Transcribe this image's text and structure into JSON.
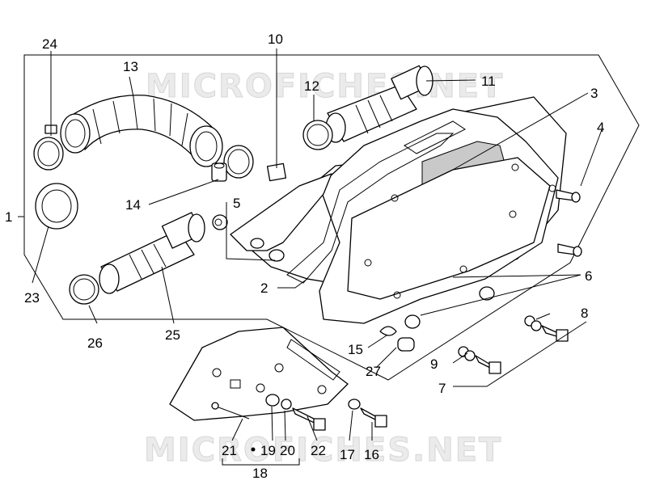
{
  "watermarks": [
    "MICROFICHES.NET",
    "MICROFICHES.NET"
  ],
  "callouts": {
    "n1": "1",
    "n2": "2",
    "n3": "3",
    "n4": "4",
    "n5": "5",
    "n6": "6",
    "n7": "7",
    "n8": "8",
    "n9": "9",
    "n10": "10",
    "n11": "11",
    "n12": "12",
    "n13": "13",
    "n14": "14",
    "n15": "15",
    "n16": "16",
    "n17": "17",
    "n18": "18",
    "n19": "19",
    "n20": "20",
    "n21": "21",
    "n22": "22",
    "n23": "23",
    "n24": "24",
    "n25": "25",
    "n26": "26",
    "n27": "27"
  },
  "colors": {
    "line": "#000000",
    "watermark": "#d6d6d6",
    "background": "#ffffff"
  }
}
